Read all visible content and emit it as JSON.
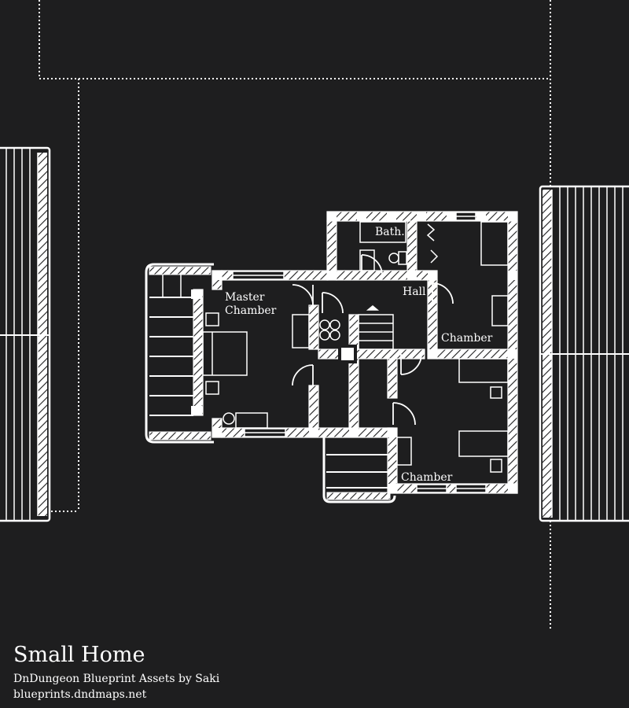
{
  "map": {
    "title": "Small Home",
    "credit": "DnDungeon Blueprint Assets by Saki",
    "website": "blueprints.dndmaps.net",
    "rooms": {
      "master_chamber_line1": "Master",
      "master_chamber_line2": "Chamber",
      "bath": "Bath.",
      "hall": "Hall",
      "chamber_east": "Chamber",
      "chamber_southeast": "Chamber"
    }
  },
  "style": {
    "background": "#1e1e1f",
    "ink": "#ffffff"
  }
}
